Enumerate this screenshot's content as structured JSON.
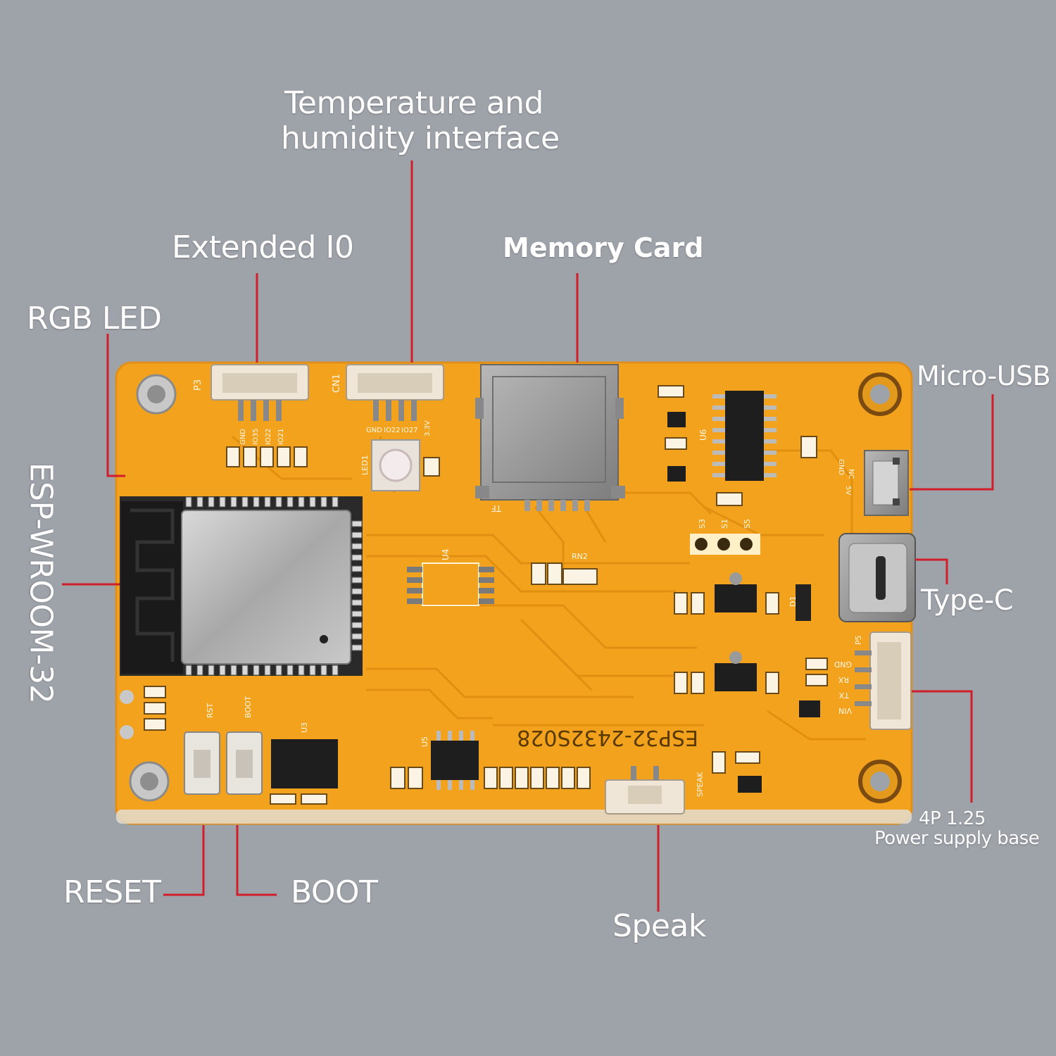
{
  "colors": {
    "background": "#9ea2a9",
    "board": "#f2a21c",
    "leader_line": "#d01f2a",
    "label_text": "#ffffff"
  },
  "labels": {
    "temperature": [
      "Temperature and",
      "humidity interface"
    ],
    "extended_io": "Extended I0",
    "memory_card": "Memory Card",
    "rgb_led": "RGB LED",
    "micro_usb": "Micro-USB",
    "esp_wroom": "ESP-WROOM-32",
    "type_c": "Type-C",
    "power_supply": [
      "4P 1.25",
      "Power supply base"
    ],
    "reset": "RESET",
    "boot": "BOOT",
    "speak": "Speak"
  },
  "silkscreen": {
    "board_name": "ESP32-2432S028",
    "p3": "P3",
    "cn1": "CN1",
    "p3_pins": [
      "GND",
      "IO35",
      "IO22",
      "IO21"
    ],
    "cn1_pins": [
      "GND",
      "IO22",
      "IO27",
      "3.3V"
    ],
    "tf": "TF",
    "led1": "LED1",
    "u3": "U3",
    "u4": "U4",
    "u5": "U5",
    "u6": "U6",
    "rn2": "RN2",
    "rst": "RST",
    "boot": "BOOT",
    "speak": "SPEAK",
    "p5": "P5",
    "p5_pins": [
      "GND",
      "RX",
      "TX",
      "VIN"
    ],
    "usb_pins": [
      "GND",
      "NC",
      "5V"
    ],
    "d1": "D1",
    "s3": "S3",
    "s1": "S1",
    "s5": "S5"
  }
}
